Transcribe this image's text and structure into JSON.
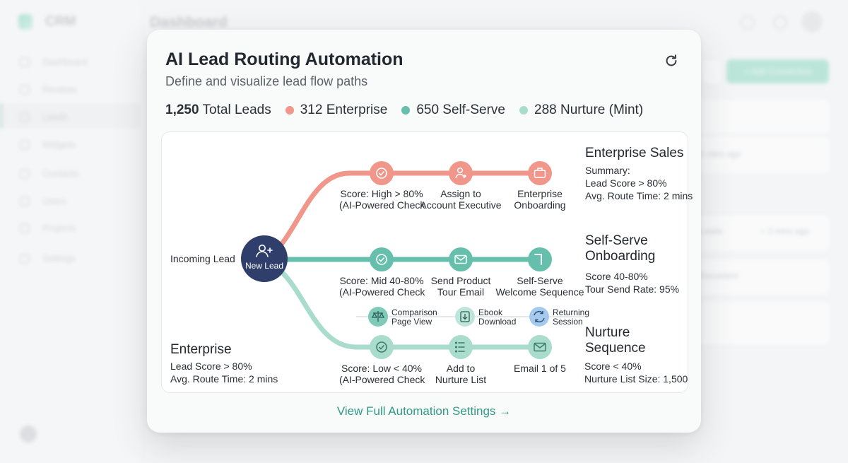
{
  "background": {
    "brand": "CRM",
    "page_title": "Dashboard",
    "nav": [
      "Dashboard",
      "Reviews",
      "Leads",
      "Widgets",
      "Contacts",
      "Users",
      "Projects",
      "Settings"
    ],
    "add_button": "+ Add Connection",
    "cards": [
      "2 mins ago",
      "Leads",
      "+ 3 mins ago",
      "Document"
    ]
  },
  "modal": {
    "title": "AI Lead Routing Automation",
    "subtitle": "Define and visualize lead flow paths",
    "stats": {
      "total_value": "1,250",
      "total_label": "Total Leads",
      "enterprise": "312 Enterprise",
      "selfserve": "650 Self-Serve",
      "nurture": "288 Nurture (Mint)"
    },
    "colors": {
      "enterprise": "#f0968a",
      "selfserve": "#66bfac",
      "nurture": "#a9dccd",
      "hub": "#2f3e6b",
      "link": "#2f9a84"
    },
    "flow": {
      "incoming": "Incoming Lead",
      "hub": {
        "label": "New Lead",
        "icon": "add-user-icon"
      },
      "enterprise_steps": [
        {
          "l1": "Score: High > 80%",
          "l2": "(AI-Powered Check",
          "icon": "check-circle-icon"
        },
        {
          "l1": "Assign to",
          "l2": "Account Executive",
          "icon": "user-assign-icon"
        },
        {
          "l1": "Enterprise",
          "l2": "Onboarding",
          "icon": "briefcase-icon"
        }
      ],
      "selfserve_steps": [
        {
          "l1": "Score: Mid 40-80%",
          "l2": "(AI-Powered Check",
          "icon": "check-circle-icon"
        },
        {
          "l1": "Send Product",
          "l2": "Tour Email",
          "icon": "mail-icon"
        },
        {
          "l1": "Self-Serve",
          "l2": "Welcome Sequence",
          "icon": "welcome-flag-icon"
        }
      ],
      "nurture_steps": [
        {
          "l1": "Score: Low < 40%",
          "l2": "(AI-Powered Check",
          "icon": "check-circle-icon"
        },
        {
          "l1": "Add to",
          "l2": "Nurture List",
          "icon": "list-icon"
        },
        {
          "l1": "Email 1 of 5",
          "l2": "",
          "icon": "mail-icon"
        }
      ],
      "triggers": [
        {
          "l1": "Comparison",
          "l2": "Page View",
          "icon": "scale-icon"
        },
        {
          "l1": "Ebook",
          "l2": "Download",
          "icon": "download-icon"
        },
        {
          "l1": "Returning",
          "l2": "Session",
          "icon": "refresh-icon"
        }
      ],
      "enterprise_summary": {
        "title": "Enterprise Sales",
        "line1": "Summary:",
        "line2": "Lead Score > 80%",
        "line3": "Avg. Route Time: 2 mins"
      },
      "selfserve_summary": {
        "title1": "Self-Serve",
        "title2": "Onboarding",
        "line1": "Score 40-80%",
        "line2": "Tour Send Rate: 95%"
      },
      "nurture_summary": {
        "title1": "Nurture",
        "title2": "Sequence",
        "line1": "Score < 40%",
        "line2": "Nurture List Size: 1,500"
      },
      "bottom_left": {
        "title": "Enterprise",
        "line1": "Lead Score > 80%",
        "line2": "Avg. Route Time: 2 mins"
      }
    },
    "link": "View Full Automation Settings →"
  }
}
